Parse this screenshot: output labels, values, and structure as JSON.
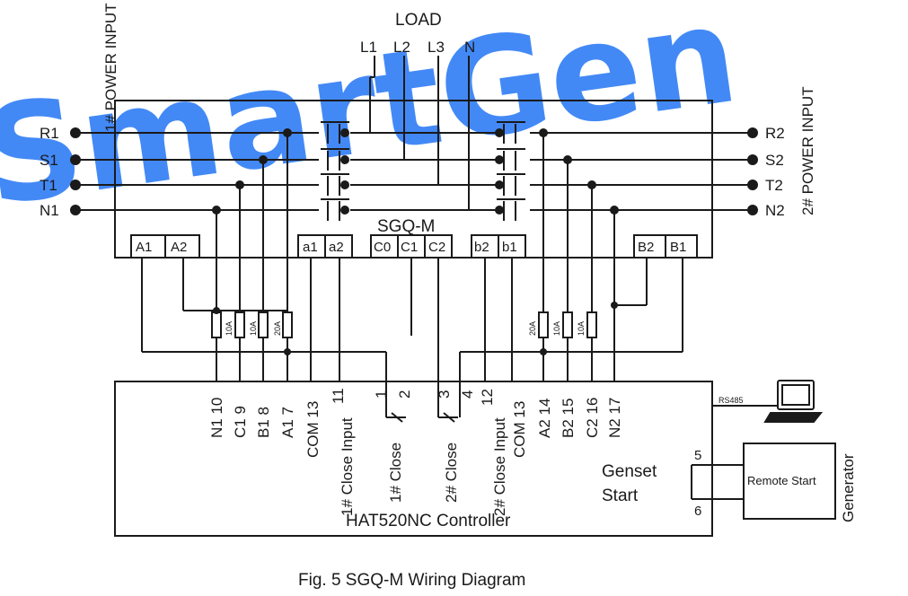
{
  "watermark": "SmartGen",
  "load_label": "LOAD",
  "load_phases": [
    "L1",
    "L2",
    "L3",
    "N"
  ],
  "left_input_title": "1# POWER INPUT",
  "right_input_title": "2# POWER INPUT",
  "left_lines": [
    "R1",
    "S1",
    "T1",
    "N1"
  ],
  "right_lines": [
    "R2",
    "S2",
    "T2",
    "N2"
  ],
  "switch_label": "SGQ-M",
  "switch_terminals": [
    "A1",
    "A2",
    "a1",
    "a2",
    "C0",
    "C1",
    "C2",
    "b2",
    "b1",
    "B2",
    "B1"
  ],
  "fuses_left": [
    "10A",
    "10A",
    "20A"
  ],
  "fuses_right": [
    "20A",
    "10A",
    "10A"
  ],
  "controller_terminals_left": [
    "N1 10",
    "C1 9",
    "B1 8",
    "A1 7",
    "COM 13",
    "11",
    "1",
    "2"
  ],
  "controller_terminals_right": [
    "3",
    "4",
    "12",
    "COM 13",
    "A2 14",
    "B2 15",
    "C2 16",
    "N2 17"
  ],
  "close_input_1": "1# Close Input",
  "close_input_2": "2# Close Input",
  "close_1": "1# Close",
  "close_2": "2# Close",
  "genset_start_line1": "Genset",
  "genset_start_line2": "Start",
  "genset_terminals": [
    "5",
    "6"
  ],
  "controller_name": "HAT520NC Controller",
  "rs485": "RS485",
  "remote_start": "Remote Start",
  "generator": "Generator",
  "caption": "Fig. 5 SGQ-M Wiring Diagram"
}
